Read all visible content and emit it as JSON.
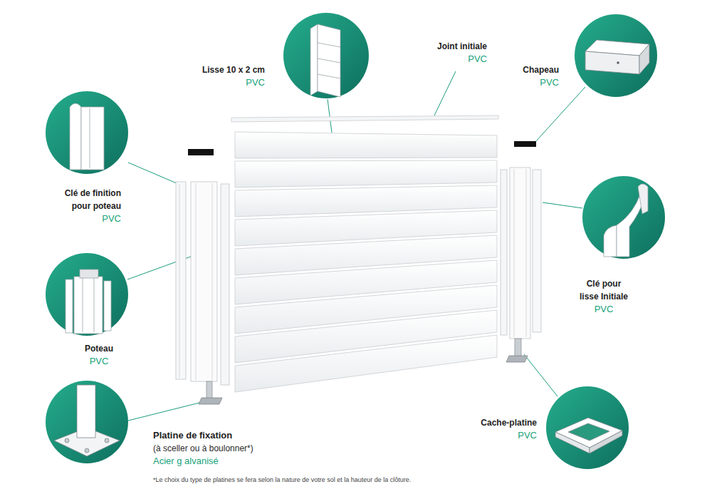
{
  "diagram": {
    "labels": [
      "Lisse 10 x 2 cm",
      "PVC",
      "Joint initiale",
      "PVC",
      "Chapeau",
      "PVC",
      "Clé de finition pour poteau",
      "PVC",
      "Poteau",
      "PVC",
      "Platine de fixation",
      "(à sceller ou à boulonner*)",
      "Acier g alvanisé",
      "Clé pour lisse Initiale",
      "PVC",
      "Cache-platine",
      "PVC",
      "*Le choix du type de platines se fera selon la nature de votre sol et la hauteur de la clôture."
    ]
  }
}
